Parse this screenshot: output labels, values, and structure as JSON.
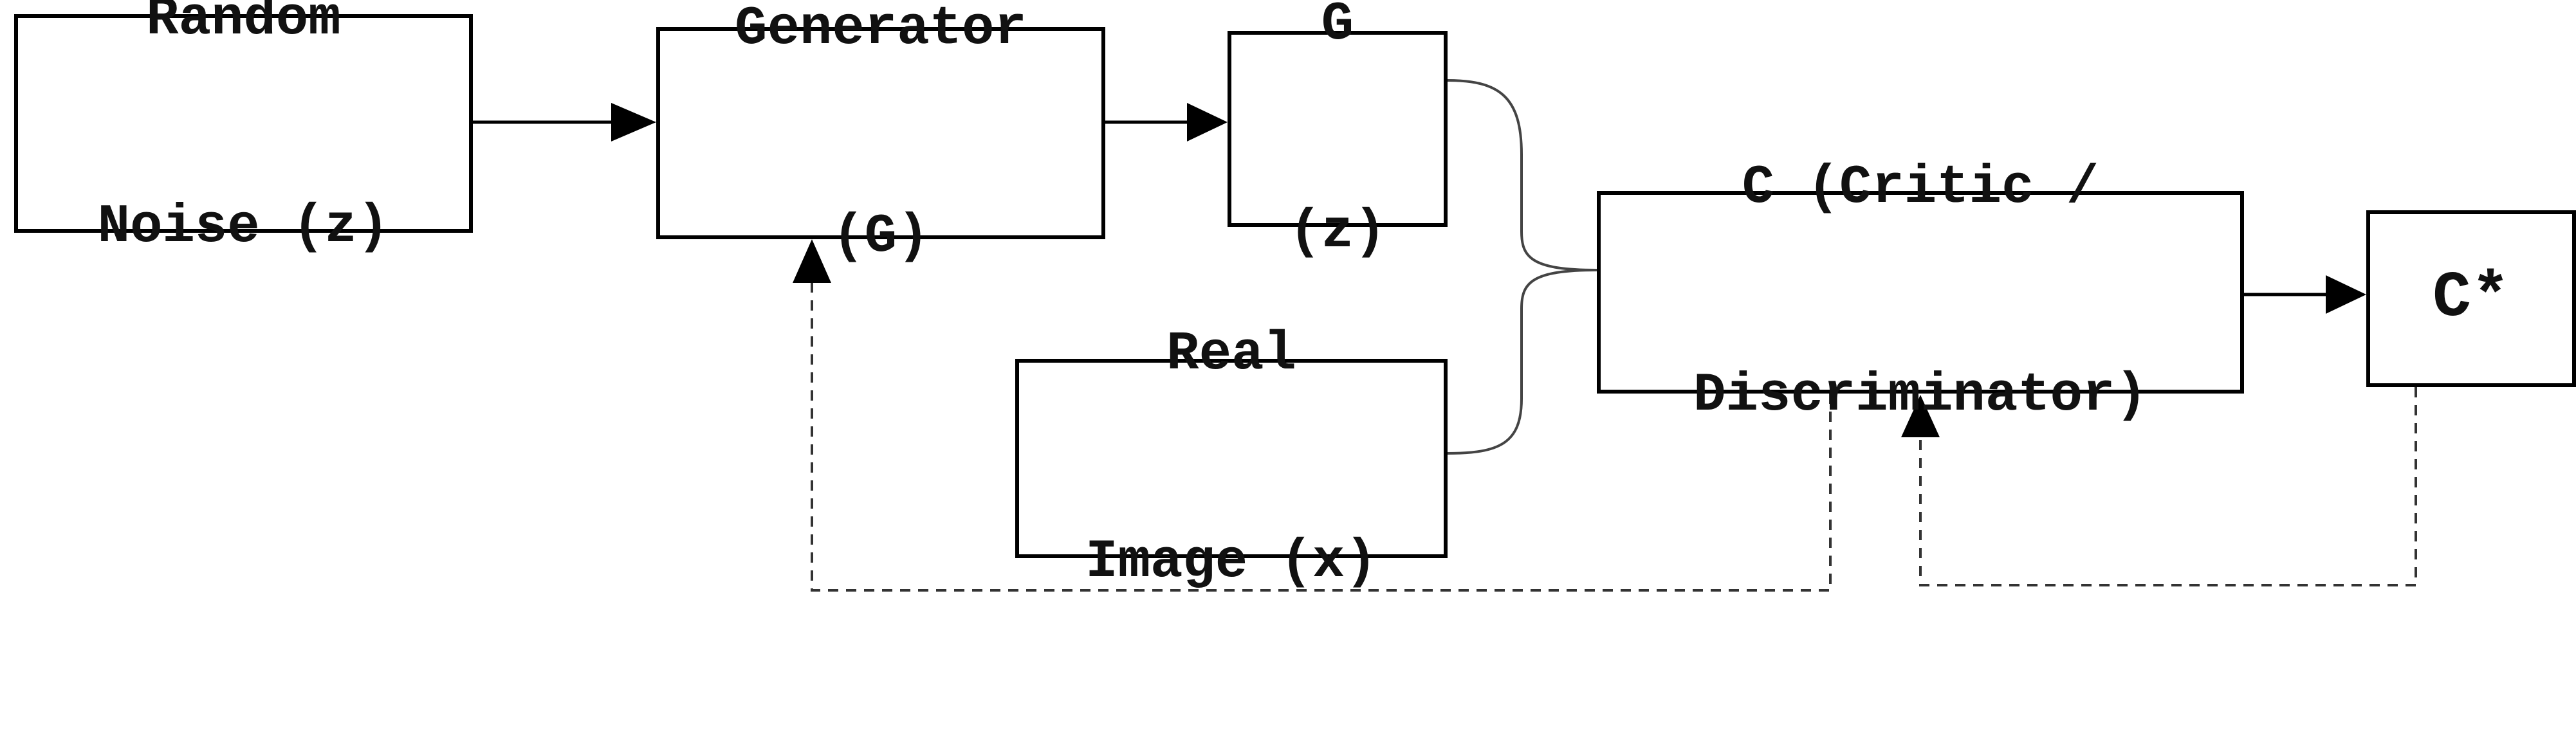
{
  "diagram": {
    "nodes": {
      "noise": {
        "line1": "Random",
        "line2": "Noise (z)"
      },
      "generator": {
        "line1": "Generator",
        "line2": "(G)"
      },
      "gz": {
        "line1": "G",
        "line2": "(z)"
      },
      "real": {
        "line1": "Real",
        "line2": "Image (x)"
      },
      "critic": {
        "line1": "C (Critic /",
        "line2": "Discriminator)"
      },
      "cstar": {
        "line1": "C*"
      }
    },
    "edges": [
      {
        "from": "noise",
        "to": "generator",
        "style": "solid"
      },
      {
        "from": "generator",
        "to": "gz",
        "style": "solid"
      },
      {
        "from": "gz",
        "to": "critic",
        "style": "brace"
      },
      {
        "from": "real",
        "to": "critic",
        "style": "brace"
      },
      {
        "from": "critic",
        "to": "cstar",
        "style": "solid"
      },
      {
        "from": "critic",
        "to": "generator",
        "style": "dashed"
      },
      {
        "from": "cstar",
        "to": "critic",
        "style": "dashed"
      }
    ],
    "colors": {
      "stroke": "#000000",
      "dashed": "#333333",
      "background": "#ffffff"
    }
  }
}
